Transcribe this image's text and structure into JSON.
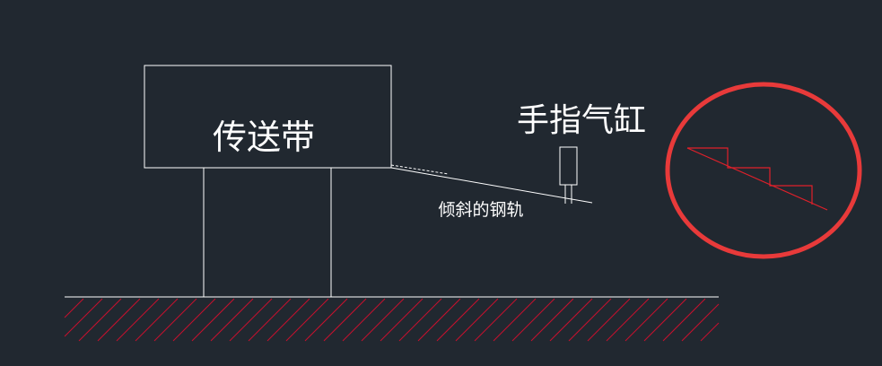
{
  "labels": {
    "conveyor": "传送带",
    "finger_cylinder": "手指气缸",
    "inclined_rail": "倾斜的钢轨"
  },
  "colors": {
    "background": "#212830",
    "line": "#ffffff",
    "hatch": "#c8102e",
    "highlight_circle": "#e83a3a",
    "staircase": "#e0202a"
  }
}
